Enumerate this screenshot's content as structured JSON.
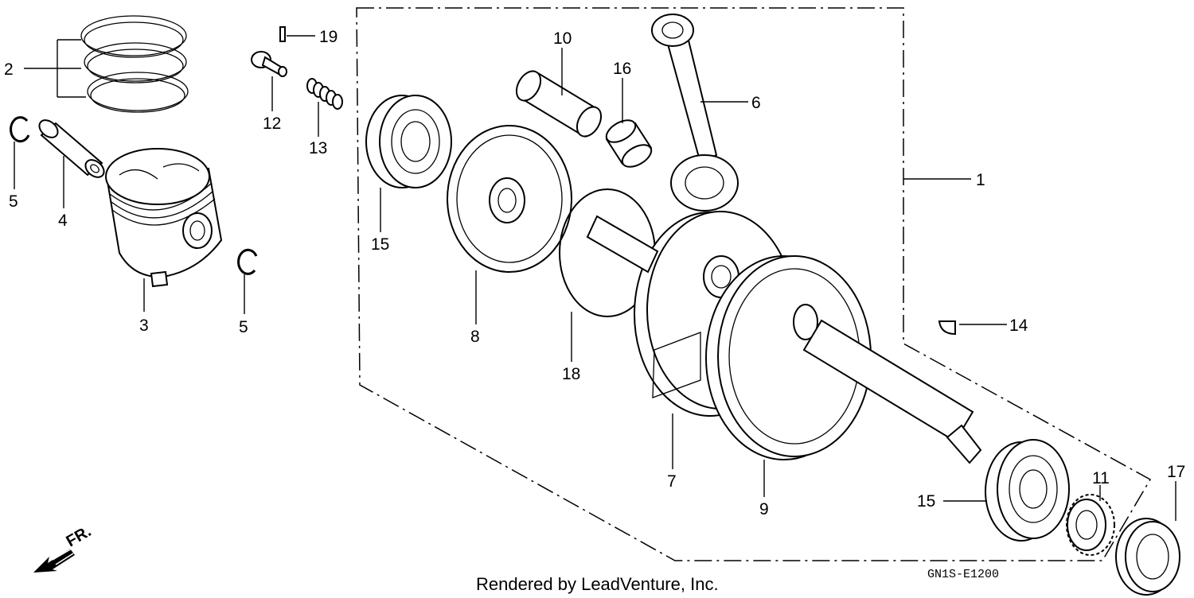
{
  "parts": [
    {
      "id": "label-2",
      "text": "2"
    },
    {
      "id": "label-5a",
      "text": "5"
    },
    {
      "id": "label-4",
      "text": "4"
    },
    {
      "id": "label-3",
      "text": "3"
    },
    {
      "id": "label-5b",
      "text": "5"
    },
    {
      "id": "label-19",
      "text": "19"
    },
    {
      "id": "label-12",
      "text": "12"
    },
    {
      "id": "label-13",
      "text": "13"
    },
    {
      "id": "label-10",
      "text": "10"
    },
    {
      "id": "label-16",
      "text": "16"
    },
    {
      "id": "label-6",
      "text": "6"
    },
    {
      "id": "label-15a",
      "text": "15"
    },
    {
      "id": "label-8",
      "text": "8"
    },
    {
      "id": "label-18",
      "text": "18"
    },
    {
      "id": "label-7",
      "text": "7"
    },
    {
      "id": "label-9",
      "text": "9"
    },
    {
      "id": "label-1",
      "text": "1"
    },
    {
      "id": "label-14",
      "text": "14"
    },
    {
      "id": "label-15b",
      "text": "15"
    },
    {
      "id": "label-11",
      "text": "11"
    },
    {
      "id": "label-17",
      "text": "17"
    }
  ],
  "direction_marker": "FR.",
  "diagram_code": "GN1S-E1200",
  "credit": "Rendered by LeadVenture, Inc."
}
